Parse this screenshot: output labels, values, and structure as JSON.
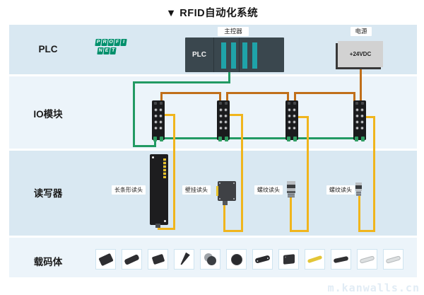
{
  "title": "▼ RFID自动化系统",
  "rows": {
    "plc": {
      "label": "PLC"
    },
    "io": {
      "label": "IO模块"
    },
    "reader": {
      "label": "读写器"
    },
    "carrier": {
      "label": "载码体"
    }
  },
  "plc_section": {
    "profinet_line1": "PROFI",
    "profinet_line2": "NET",
    "controller_caption": "主控器",
    "controller_text": "PLC",
    "power_caption": "电源",
    "power_text": "+24VDC"
  },
  "io_section": {
    "module_count": 4
  },
  "readers": [
    {
      "label": "长条形读头"
    },
    {
      "label": "壁挂读头"
    },
    {
      "label": "螺纹读头"
    },
    {
      "label": "螺纹读头"
    }
  ],
  "carriers": [
    "rect-tag",
    "bar-tag",
    "rect-tag-small",
    "wedge-tag",
    "flanged-round-tag",
    "disc-tag",
    "bar-with-holes-tag",
    "plate-tag",
    "yellow-stick-tag",
    "black-stick-tag",
    "white-stick-tag",
    "white-stick-tag"
  ],
  "colors": {
    "band_dark": "#d9e8f2",
    "band_light": "#ecf4fa",
    "wire_green": "#229a63",
    "wire_orange": "#c06f1a",
    "wire_yellow": "#f0b51d",
    "profinet_green": "#00906c",
    "plc_stripe_teal": "#1fa3a9"
  },
  "watermark": "m.kanwalls.cn"
}
